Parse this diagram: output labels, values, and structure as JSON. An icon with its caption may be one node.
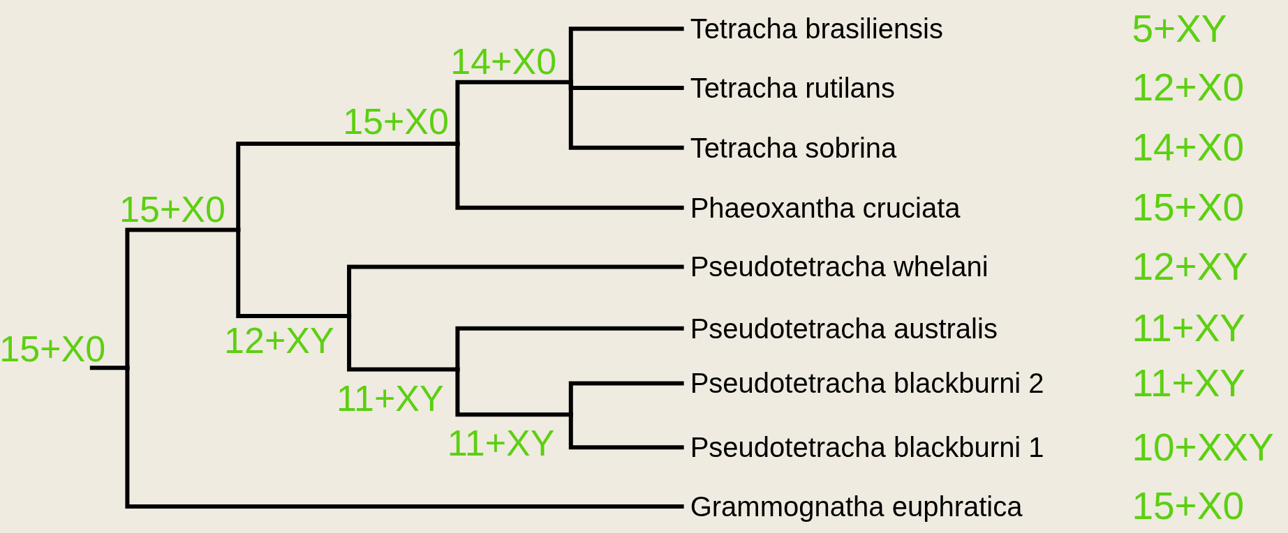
{
  "diagram": {
    "nodes": [
      {
        "text": [
          "15+X0"
        ]
      },
      {
        "text": [
          "15+X0"
        ]
      },
      {
        "text": [
          "15+X0"
        ]
      },
      {
        "text": [
          "14+X0"
        ]
      },
      {
        "text": [
          "Tetracha brasiliensis"
        ]
      },
      {
        "text": [
          "Tetracha rutilans"
        ]
      },
      {
        "text": [
          "Tetracha sobrina"
        ]
      },
      {
        "text": [
          "Phaeoxantha cruciata"
        ]
      },
      {
        "text": [
          "12+XY"
        ]
      },
      {
        "text": [
          "Pseudotetracha whelani"
        ]
      },
      {
        "text": [
          "11+XY"
        ]
      },
      {
        "text": [
          "Pseudotetracha australis"
        ]
      },
      {
        "text": [
          "11+XY"
        ]
      },
      {
        "text": [
          "Pseudotetracha blackburni 2"
        ]
      },
      {
        "text": [
          "Pseudotetracha blackburni 1"
        ]
      },
      {
        "text": [
          "Grammognatha euphratica"
        ]
      }
    ],
    "edges": [
      {
        "from": null,
        "to": 0,
        "arrow": "none"
      },
      {
        "from": 0,
        "to": 1,
        "arrow": "none"
      },
      {
        "from": 0,
        "to": 15,
        "arrow": "none"
      },
      {
        "from": 1,
        "to": 2,
        "arrow": "none"
      },
      {
        "from": 1,
        "to": 8,
        "arrow": "none"
      },
      {
        "from": 2,
        "to": 3,
        "arrow": "none"
      },
      {
        "from": 2,
        "to": 7,
        "arrow": "none"
      },
      {
        "from": 3,
        "to": 4,
        "arrow": "none"
      },
      {
        "from": 3,
        "to": 5,
        "arrow": "none"
      },
      {
        "from": 3,
        "to": 6,
        "arrow": "none"
      },
      {
        "from": 8,
        "to": 9,
        "arrow": "none"
      },
      {
        "from": 8,
        "to": 10,
        "arrow": "none"
      },
      {
        "from": 10,
        "to": 11,
        "arrow": "none"
      },
      {
        "from": 10,
        "to": 12,
        "arrow": "none"
      },
      {
        "from": 12,
        "to": 13,
        "arrow": "none"
      },
      {
        "from": 12,
        "to": 14,
        "arrow": "none"
      }
    ],
    "labels": [
      "5+XY",
      "12+X0",
      "14+X0",
      "15+X0",
      "12+XY",
      "11+XY",
      "11+XY",
      "10+XXY",
      "15+X0"
    ]
  }
}
